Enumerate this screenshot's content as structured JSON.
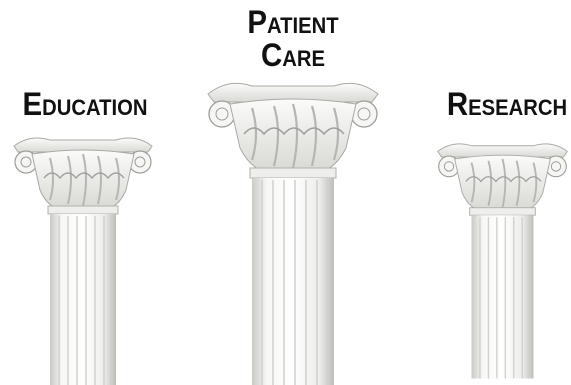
{
  "pillars": [
    {
      "label_lines": [
        "Education"
      ]
    },
    {
      "label_lines": [
        "Patient",
        "Care"
      ]
    },
    {
      "label_lines": [
        "Research"
      ]
    }
  ],
  "colors": {
    "background": "#ffffff",
    "text": "#111111",
    "marble_light": "#f4f4f2",
    "marble_shadow": "#b9b9b5"
  },
  "icons": [
    "corinthian-column-icon"
  ]
}
